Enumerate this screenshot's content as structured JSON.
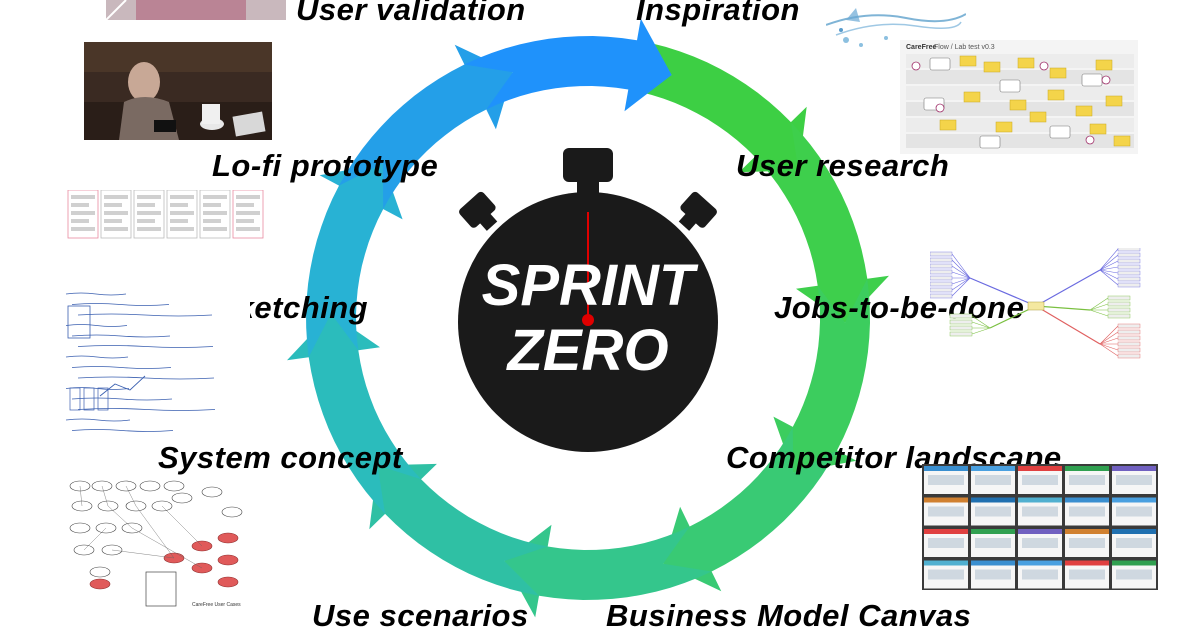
{
  "center": {
    "line1": "SPRINT",
    "line2": "ZERO"
  },
  "stages": [
    {
      "id": "inspiration",
      "label": "Inspiration"
    },
    {
      "id": "user-research",
      "label": "User research"
    },
    {
      "id": "jobs-to-be-done",
      "label": "Jobs-to-be-done"
    },
    {
      "id": "competitor-landscape",
      "label": "Competitor landscape"
    },
    {
      "id": "business-model-canvas",
      "label": "Business Model Canvas"
    },
    {
      "id": "use-scenarios",
      "label": "Use scenarios"
    },
    {
      "id": "system-concept",
      "label": "System concept"
    },
    {
      "id": "design-sketching",
      "label": "Design Sketching"
    },
    {
      "id": "lo-fi-prototype",
      "label": "Lo-fi prototype"
    },
    {
      "id": "user-validation",
      "label": "User validation"
    }
  ],
  "thumbnails": {
    "user_research_title": "CareFree",
    "user_research_subtitle": "Flow / Lab test v0.3",
    "system_concept_caption": "CareFree User Cases"
  },
  "colors": {
    "blue": "#1e9bff",
    "green": "#3fcf3f",
    "teal": "#2fbfa8",
    "stopwatch": "#1a1a1a",
    "hand": "#e00000"
  }
}
